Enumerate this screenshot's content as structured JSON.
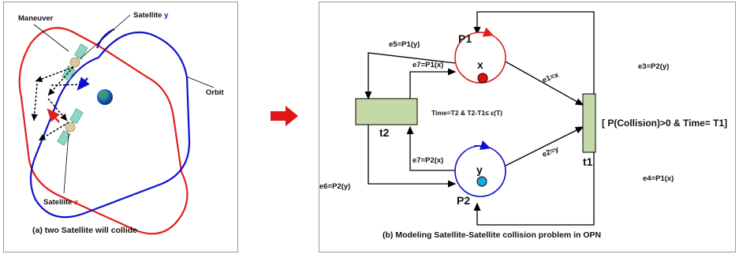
{
  "left_figure": {
    "labels": {
      "maneuver": "Maneuver",
      "satellite_y_prefix": "Satellite ",
      "satellite_y_letter": "y",
      "orbit": "Orbit",
      "satellite_x_prefix": "Satellite ",
      "satellite_x_letter": "x"
    },
    "caption": "(a) two Satellite will collide"
  },
  "right_figure": {
    "places": {
      "p1": {
        "label": "P1",
        "token_label": "x"
      },
      "p2": {
        "label": "P2",
        "token_label": "y"
      }
    },
    "transitions": {
      "t1": {
        "label": "t1",
        "guard": "[ P(Collision)>0 & Time= T1]"
      },
      "t2": {
        "label": "t2",
        "guard": "Time=T2 & T2-T1≤ ε(T)"
      }
    },
    "arcs": {
      "e1": "e1=x",
      "e2": "e2=y",
      "e3": "e3=P2(y)",
      "e4": "e4=P1(x)",
      "e5": "e5=P1(y)",
      "e6": "e6=P2(y)",
      "e7_top": "e7=P1(x)",
      "e7_bottom": "e7=P2(x)"
    },
    "caption": "(b) Modeling Satellite-Satellite collision problem  in OPN"
  },
  "colors": {
    "red_orbit": "#e02020",
    "blue_orbit": "#1010cc",
    "transition_fill": "#c5d9a8",
    "token_red": "#e01010",
    "token_blue": "#1aa7e0",
    "big_arrow": "#e01515"
  }
}
